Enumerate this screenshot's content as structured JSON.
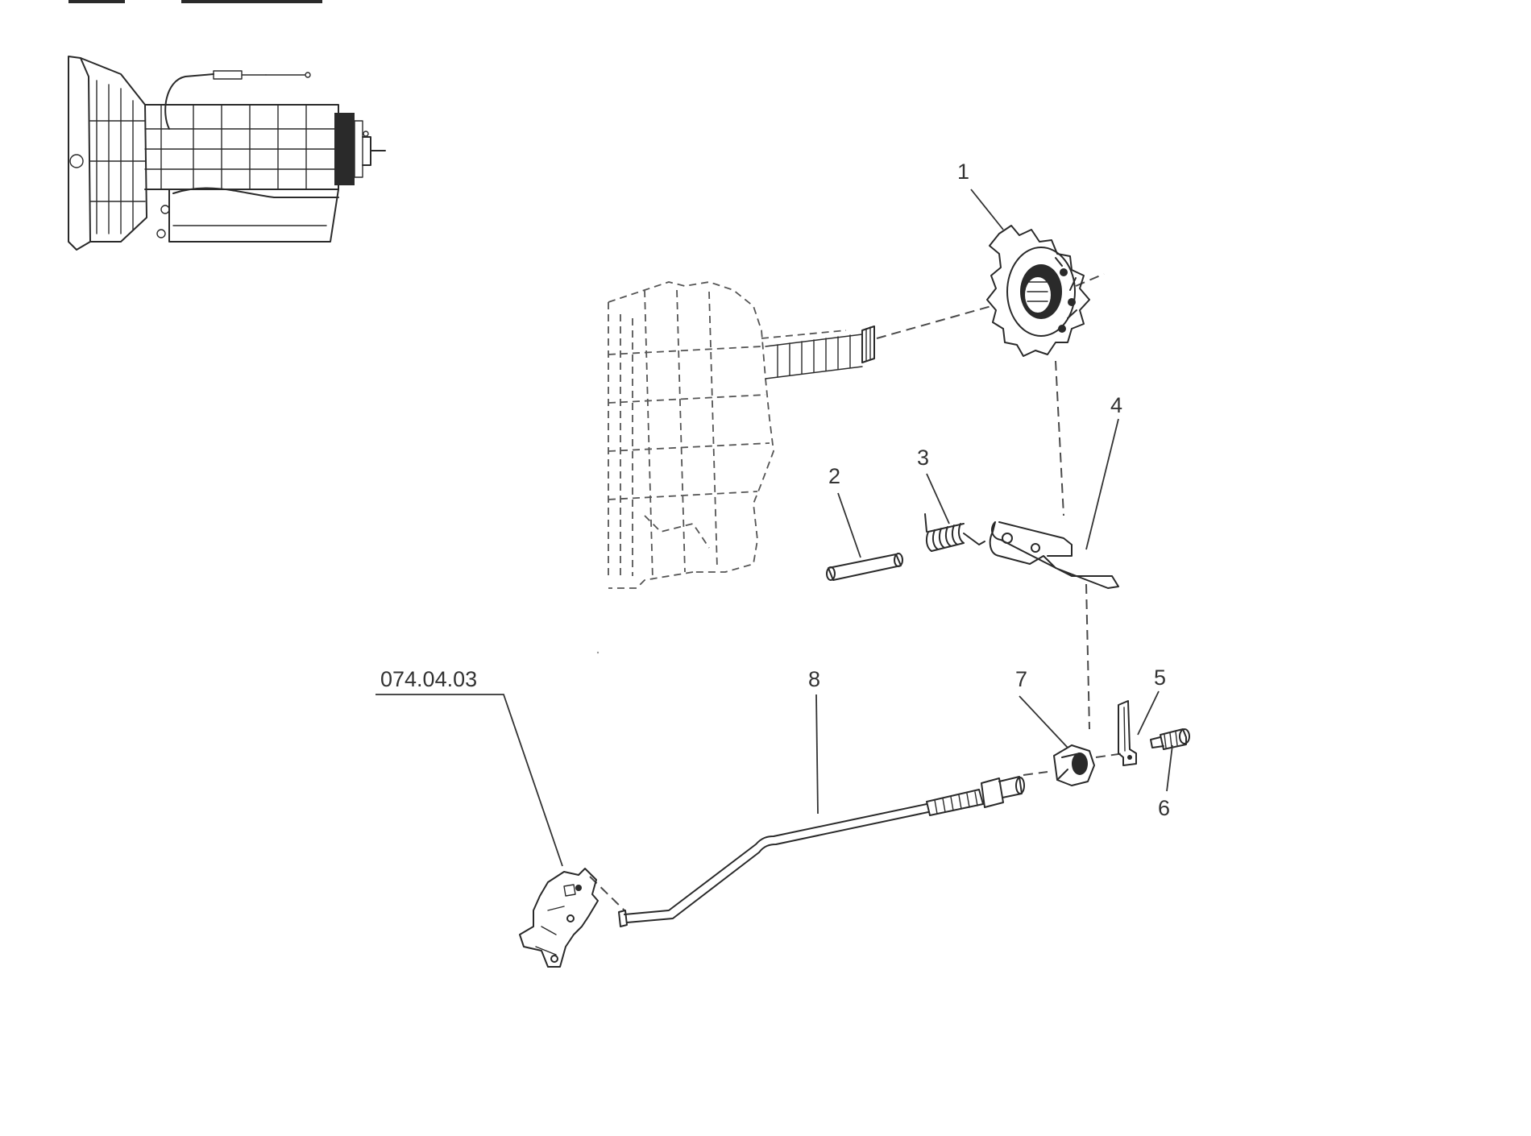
{
  "callouts": [
    {
      "id": "1",
      "text": "1"
    },
    {
      "id": "2",
      "text": "2"
    },
    {
      "id": "3",
      "text": "3"
    },
    {
      "id": "4",
      "text": "4"
    },
    {
      "id": "5",
      "text": "5"
    },
    {
      "id": "6",
      "text": "6"
    },
    {
      "id": "7",
      "text": "7"
    },
    {
      "id": "8",
      "text": "8"
    }
  ],
  "reference": {
    "text": "074.04.03"
  },
  "colors": {
    "line": "#2a2a2a",
    "background": "#ffffff"
  }
}
